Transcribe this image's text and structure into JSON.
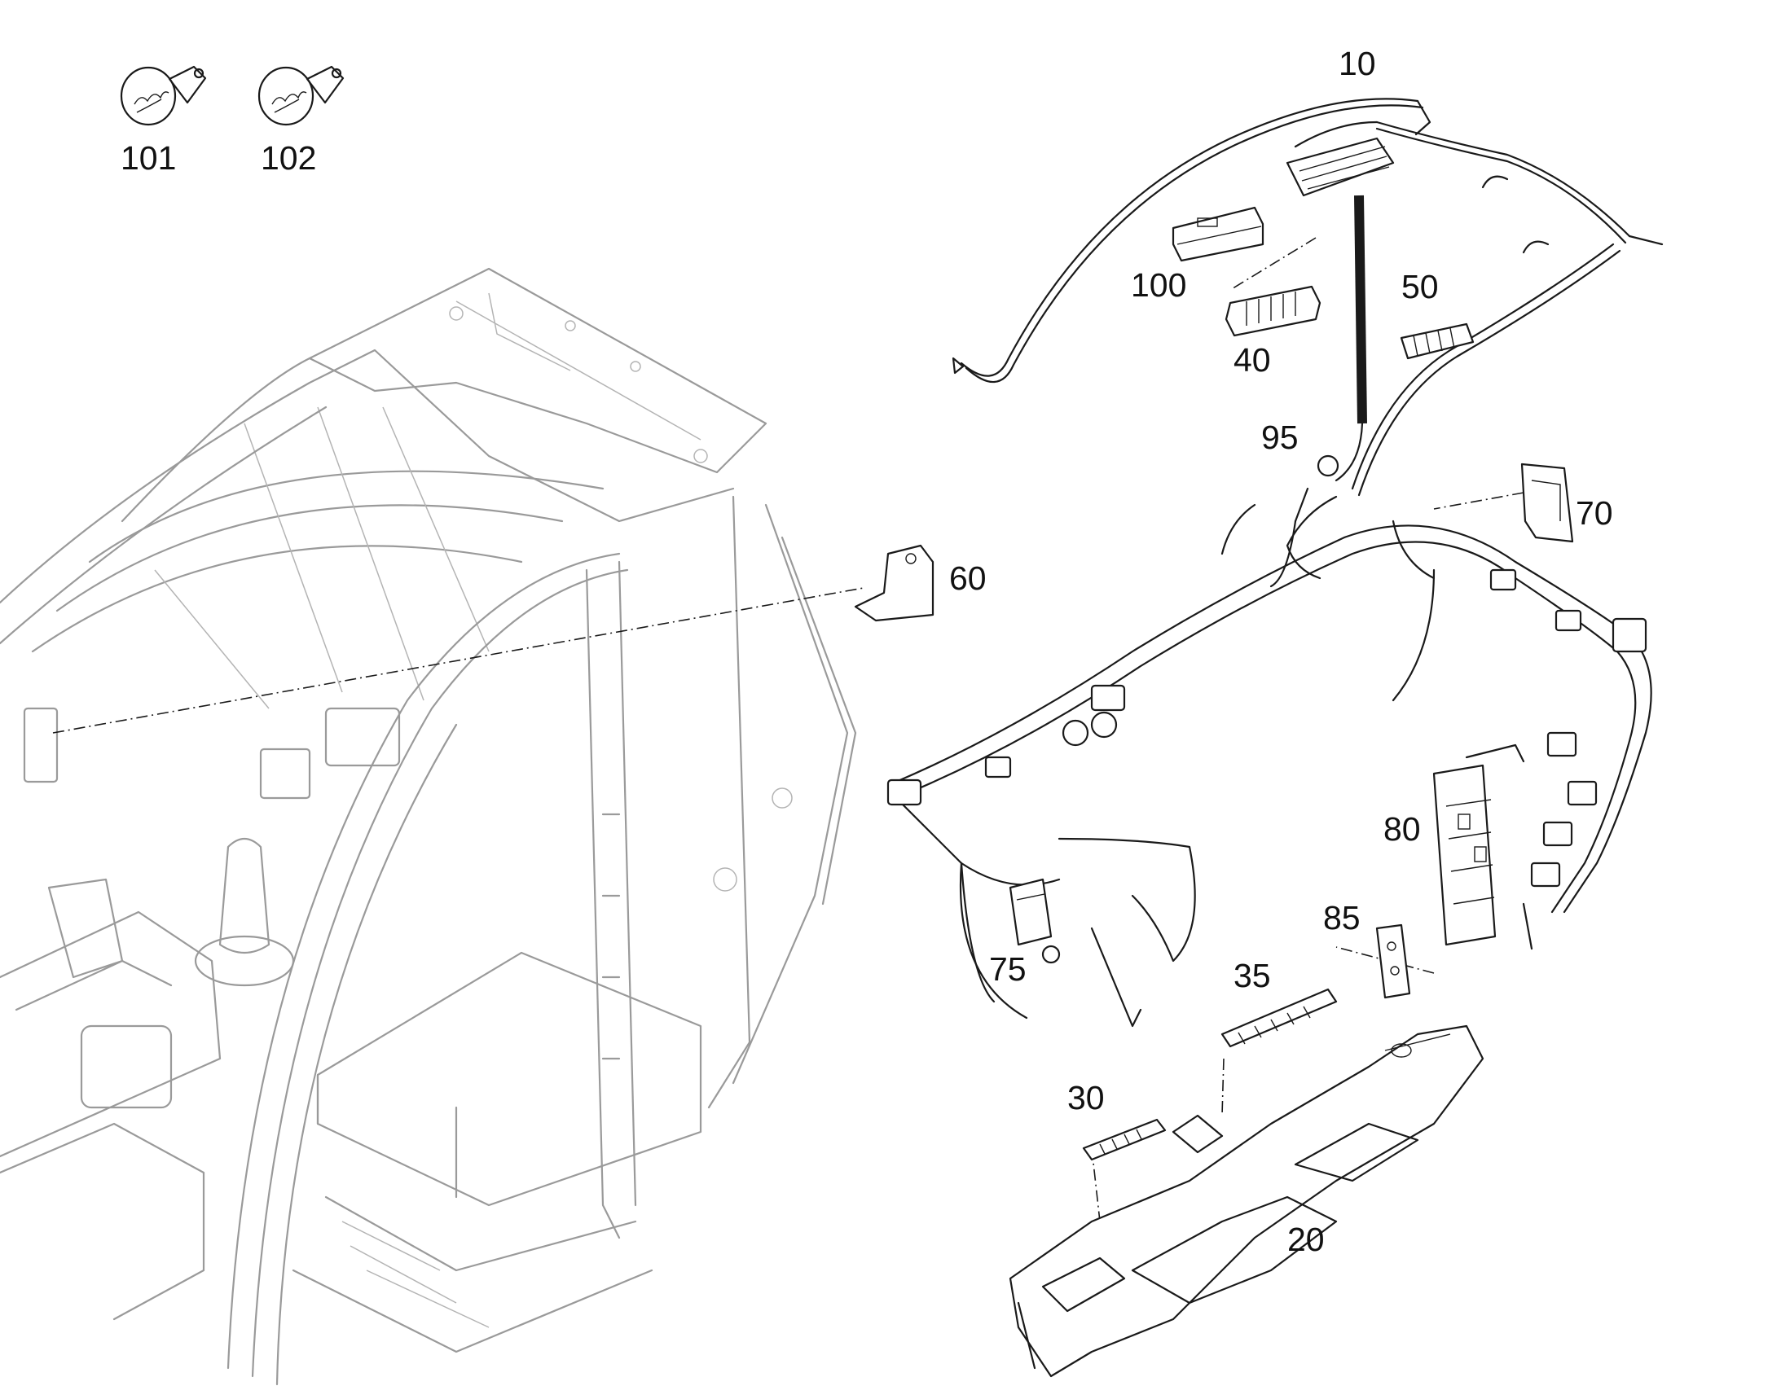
{
  "callouts": {
    "c10": "10",
    "c20": "20",
    "c30": "30",
    "c35": "35",
    "c40": "40",
    "c50": "50",
    "c60": "60",
    "c70": "70",
    "c75": "75",
    "c80": "80",
    "c85": "85",
    "c95": "95",
    "c100": "100",
    "c101": "101",
    "c102": "102"
  }
}
